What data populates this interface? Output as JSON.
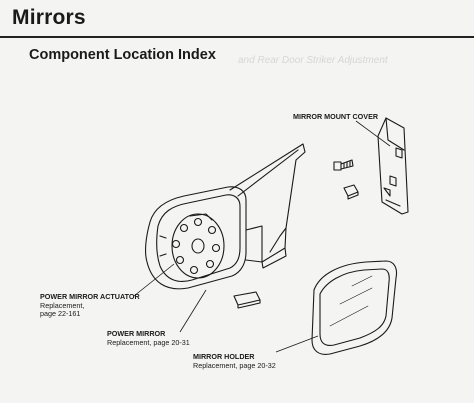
{
  "header": {
    "title": "Mirrors",
    "section": "Component Location Index",
    "ghost_text": "and Rear Door Striker Adjustment"
  },
  "callouts": {
    "mirror_mount_cover": {
      "name": "MIRROR MOUNT COVER"
    },
    "power_mirror_actuator": {
      "name": "POWER MIRROR ACTUATOR",
      "line1": "Replacement,",
      "line2": "page 22-161"
    },
    "power_mirror": {
      "name": "POWER MIRROR",
      "line1": "Replacement, page 20-31"
    },
    "mirror_holder": {
      "name": "MIRROR HOLDER",
      "line1": "Replacement, page 20-32"
    }
  }
}
